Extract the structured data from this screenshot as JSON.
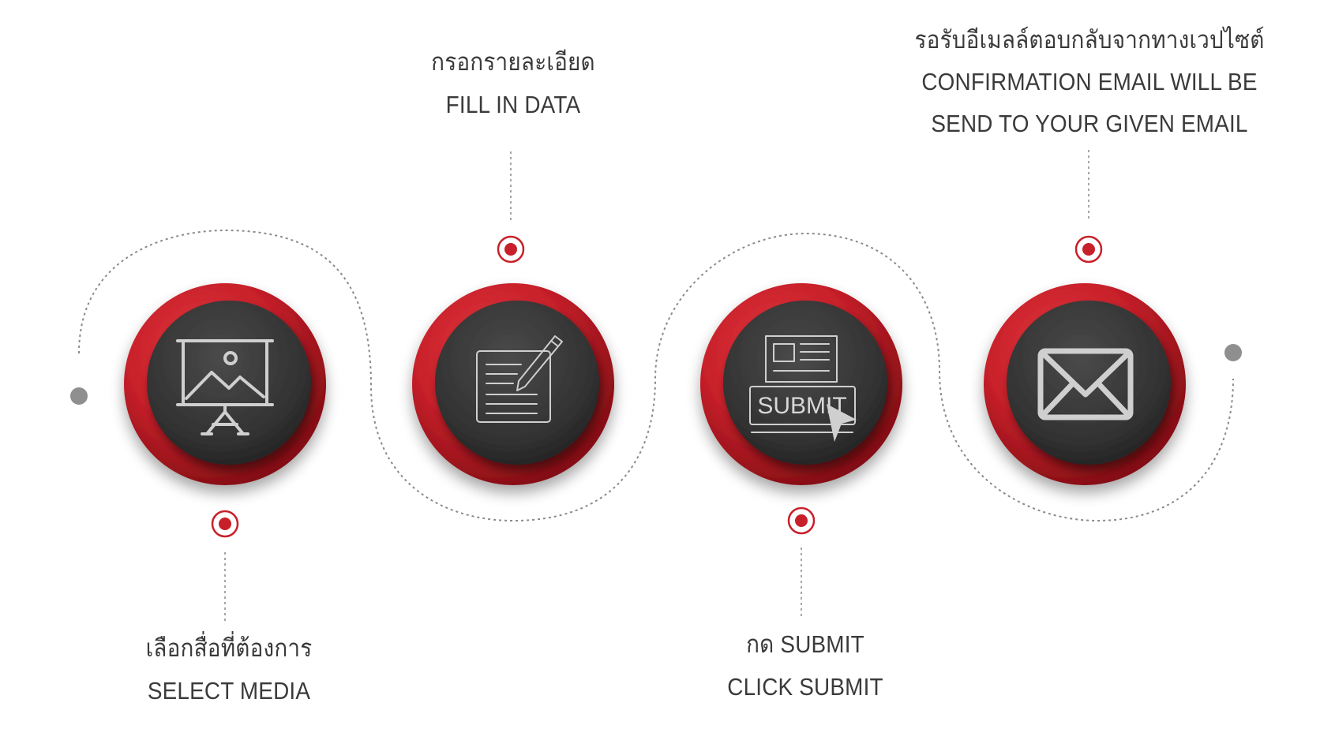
{
  "steps": [
    {
      "id": "select-media",
      "line_th": "เลือกสื่อที่ต้องการ",
      "line_en": "SELECT MEDIA",
      "icon": "presentation-board-icon",
      "label_position": "below"
    },
    {
      "id": "fill-in-data",
      "line_th": "กรอกรายละเอียด",
      "line_en": "FILL IN DATA",
      "icon": "edit-document-icon",
      "label_position": "above"
    },
    {
      "id": "click-submit",
      "line_th": "กด SUBMIT",
      "line_en": "CLICK SUBMIT",
      "icon": "submit-form-icon",
      "label_position": "below",
      "icon_text": "SUBMIT"
    },
    {
      "id": "confirmation",
      "line_th": "รอรับอีเมลล์ตอบกลับจากทางเวปไซต์",
      "line_en": "CONFIRMATION EMAIL WILL BE",
      "line_en2": "SEND TO YOUR GIVEN EMAIL",
      "icon": "envelope-icon",
      "label_position": "above"
    }
  ],
  "colors": {
    "ring_red": "#c8202a",
    "ring_dark_red": "#8e1016",
    "disc_dark": "#333333",
    "icon_stroke": "#cfcfcf",
    "dot_gray": "#8f8f8f",
    "text": "#3a3a3a"
  }
}
